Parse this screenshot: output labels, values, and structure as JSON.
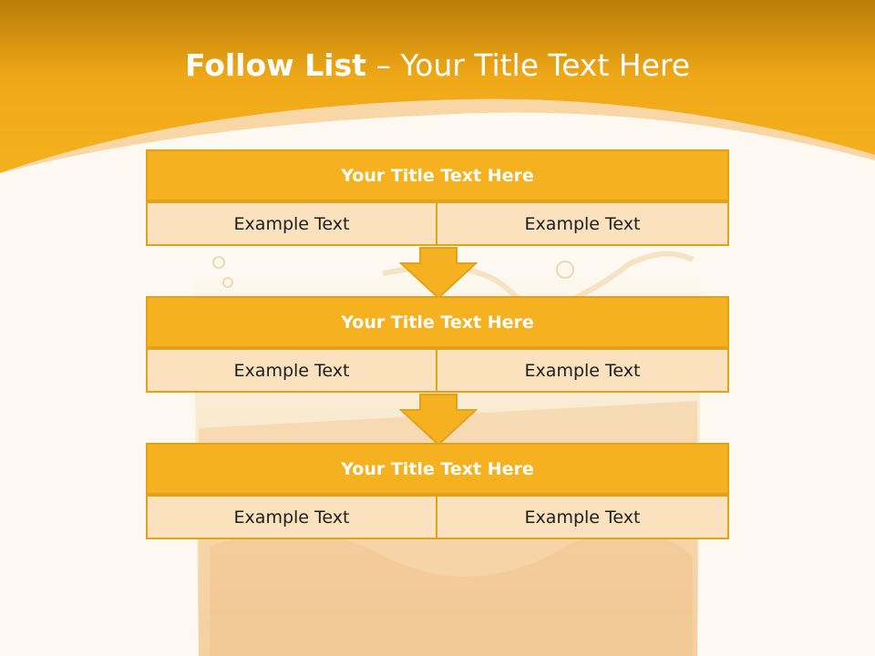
{
  "slide": {
    "title_bold": "Follow List",
    "title_rest": " – Your Title Text Here"
  },
  "blocks": [
    {
      "title": "Your Title Text Here",
      "left": "Example Text",
      "right": "Example Text"
    },
    {
      "title": "Your Title Text Here",
      "left": "Example Text",
      "right": "Example Text"
    },
    {
      "title": "Your Title Text Here",
      "left": "Example Text",
      "right": "Example Text"
    }
  ],
  "colors": {
    "banner": "#f2ab1b",
    "header_fill": "#f5b120",
    "cell_fill": "#fbe1bd",
    "border": "#e1a21a",
    "background": "#fdf9f1"
  }
}
